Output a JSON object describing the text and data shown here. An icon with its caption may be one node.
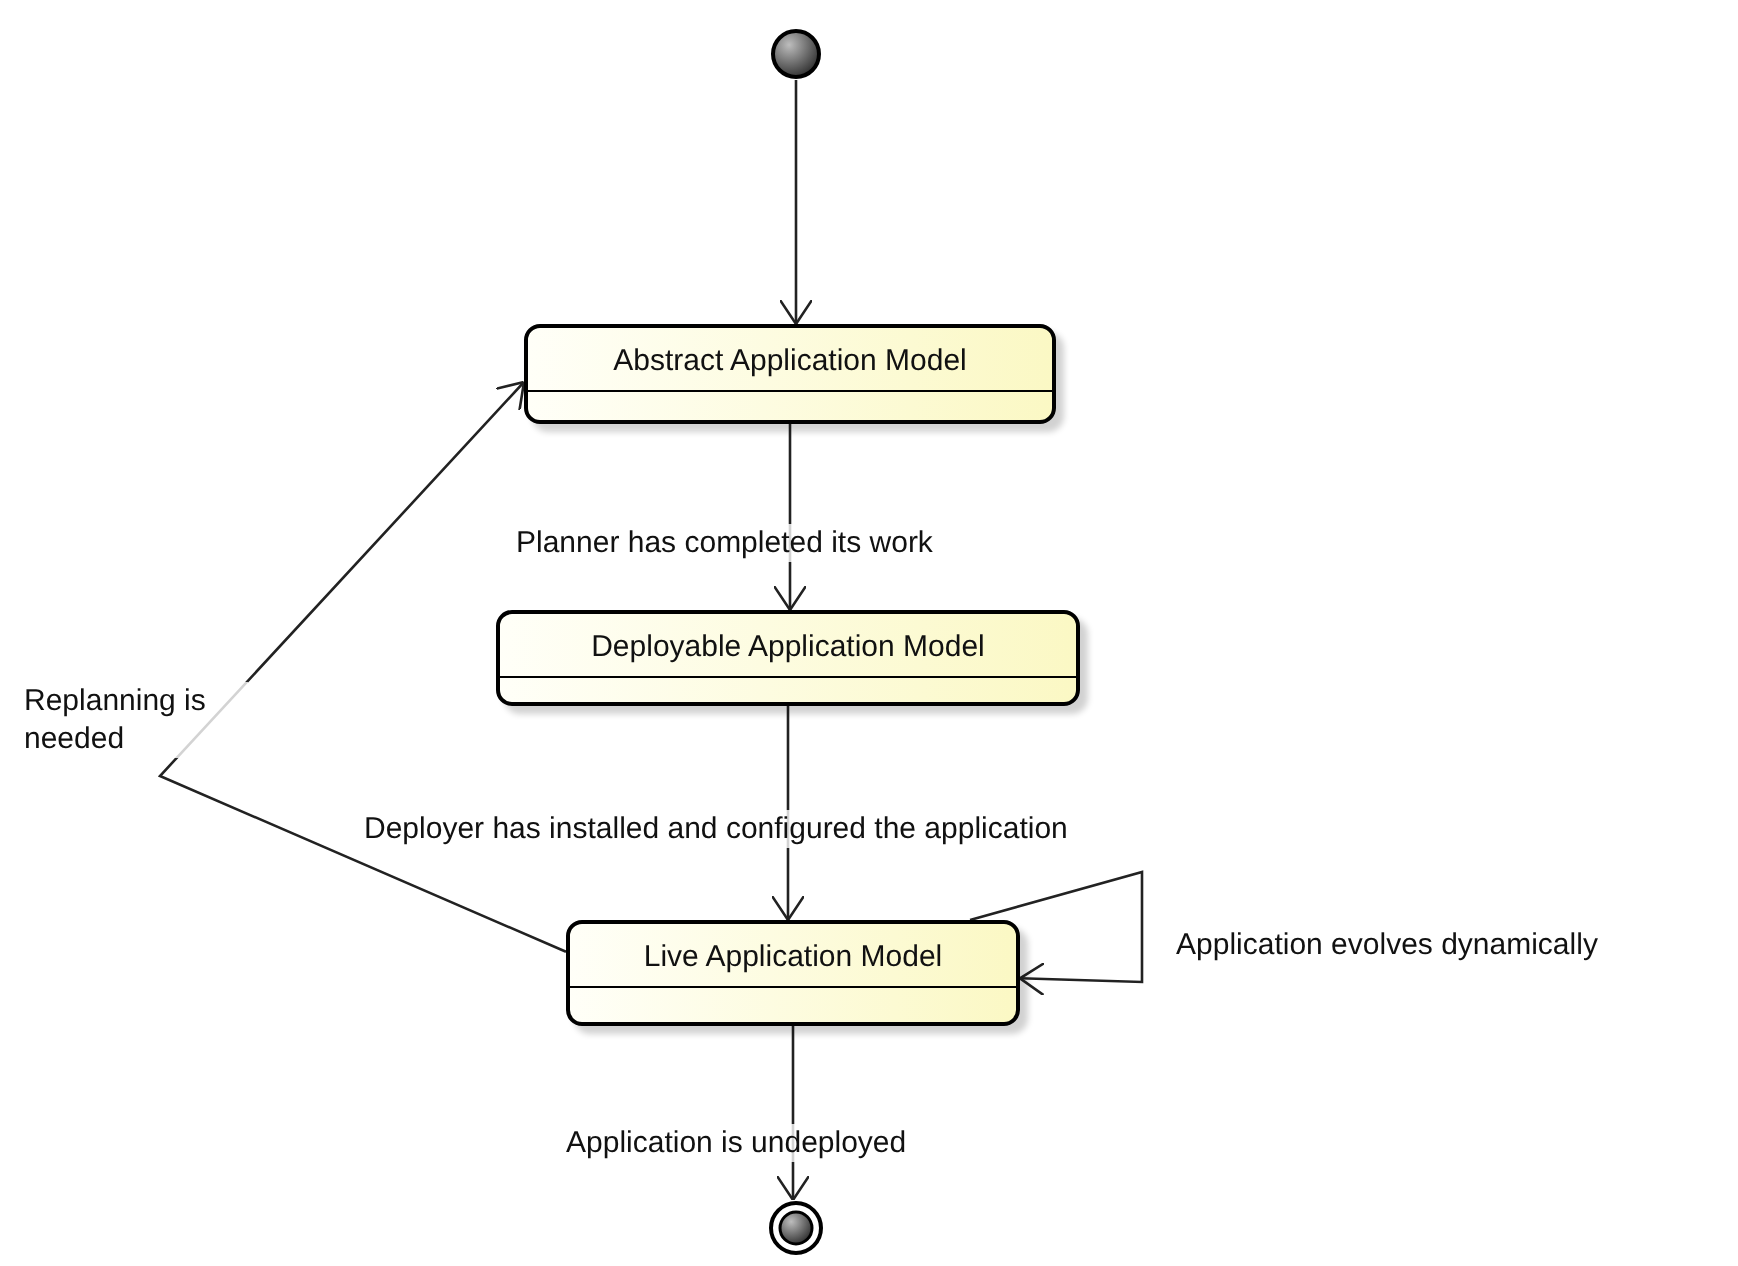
{
  "diagram": {
    "nodes": [
      {
        "text": [],
        "shape": "circle"
      },
      {
        "text": [
          "Abstract Application Model"
        ]
      },
      {
        "text": [
          "Deployable Application Model"
        ]
      },
      {
        "text": [
          "Live Application Model"
        ]
      },
      {
        "text": [],
        "shape": "circle"
      }
    ],
    "edges": [
      {
        "from": 0,
        "to": 1,
        "arrow": "to"
      },
      {
        "from": 1,
        "to": 2,
        "arrow": "to",
        "label": "Planner has completed its work"
      },
      {
        "from": 2,
        "to": 3,
        "arrow": "to",
        "label": "Deployer has installed and configured the application"
      },
      {
        "from": 3,
        "to": 3,
        "arrow": "to",
        "label": "Application evolves dynamically"
      },
      {
        "from": 3,
        "to": 1,
        "arrow": "to",
        "label": "Replanning is needed"
      },
      {
        "from": 3,
        "to": 4,
        "arrow": "to",
        "label": "Application is undeployed"
      }
    ]
  }
}
